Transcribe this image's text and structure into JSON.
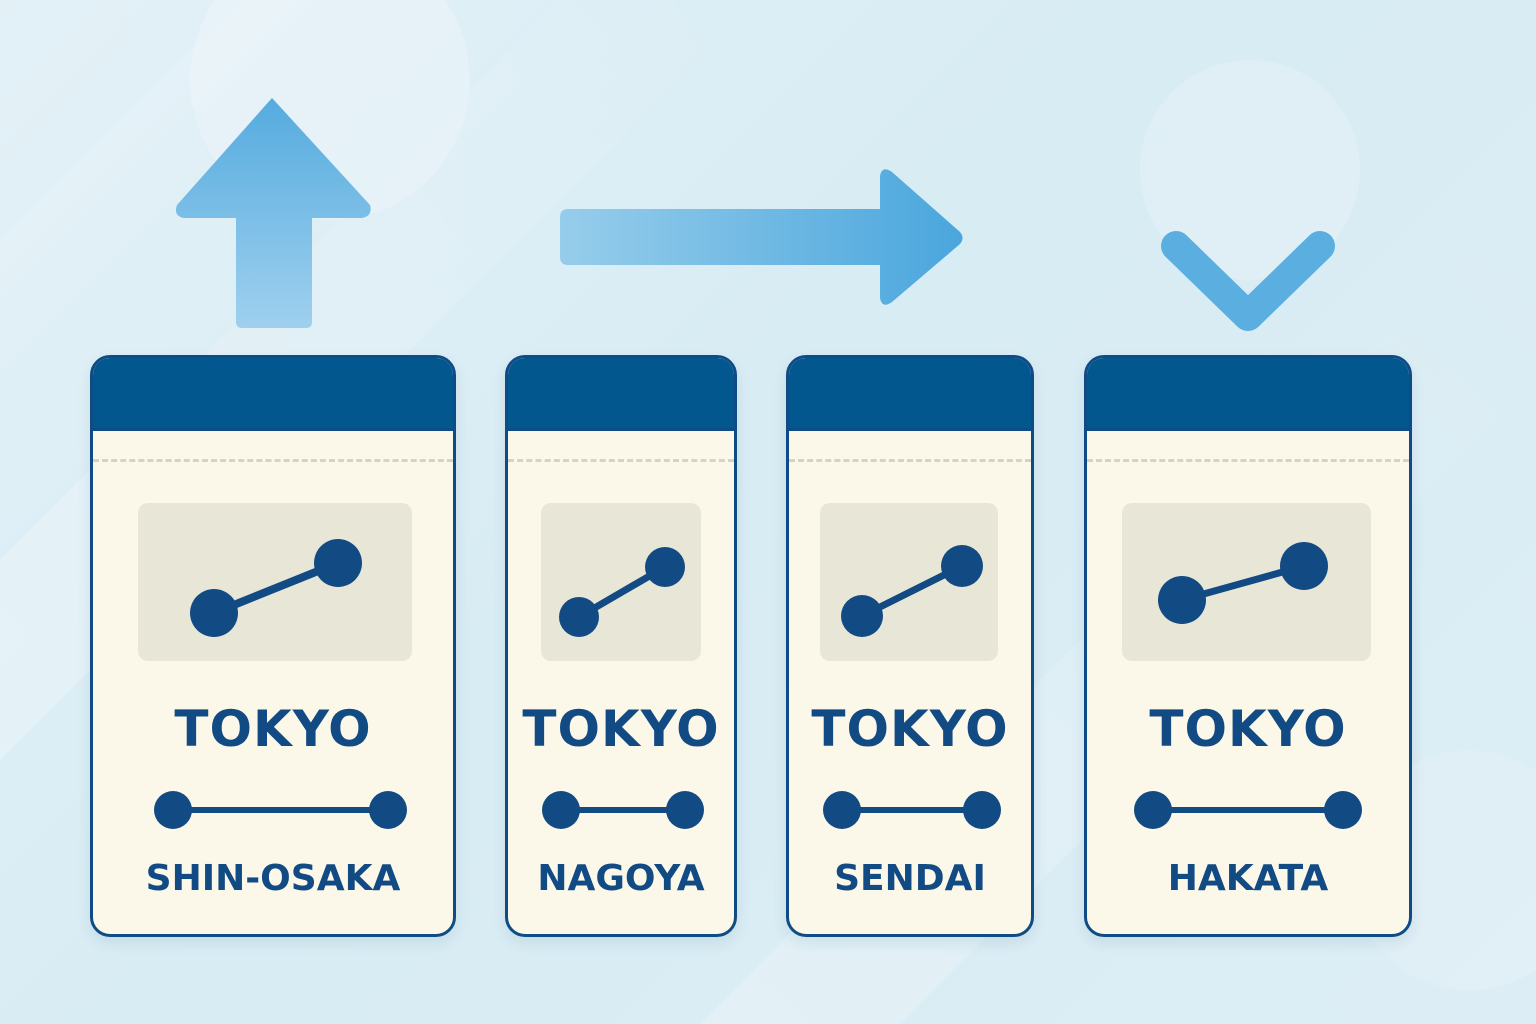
{
  "colors": {
    "background": "#dcedf5",
    "ticket_header": "#03578f",
    "ticket_border": "#0f4c86",
    "ticket_body": "#fbf8ea",
    "route_panel": "#e8e6d6",
    "text_and_icons": "#124a84",
    "arrows": "#5aaee0"
  },
  "arrows": [
    {
      "icon": "arrow-up-icon",
      "direction": "up"
    },
    {
      "icon": "arrow-right-icon",
      "direction": "right"
    },
    {
      "icon": "arrow-down-icon",
      "direction": "down"
    }
  ],
  "tickets": [
    {
      "origin": "TOKYO",
      "destination": "SHIN-OSAKA",
      "route_icon": "route-icon",
      "track_icon": "track-line-icon"
    },
    {
      "origin": "TOKYO",
      "destination": "NAGOYA",
      "route_icon": "route-icon",
      "track_icon": "track-line-icon"
    },
    {
      "origin": "TOKYO",
      "destination": "SENDAI",
      "route_icon": "route-icon",
      "track_icon": "track-line-icon"
    },
    {
      "origin": "TOKYO",
      "destination": "HAKATA",
      "route_icon": "route-icon",
      "track_icon": "track-line-icon"
    }
  ]
}
